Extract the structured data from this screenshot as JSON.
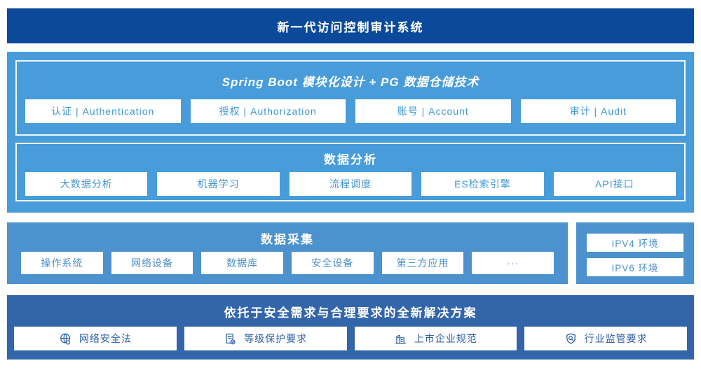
{
  "colors": {
    "banner_bg": "#0b4a9b",
    "stack_bg": "#489cda",
    "collect_bg": "#4b92cf",
    "solution_bg": "#3365ab",
    "box_text_light": "#3f96d6",
    "box_text_dark": "#2b5ea8",
    "white": "#ffffff"
  },
  "banner": {
    "title": "新一代访问控制审计系统"
  },
  "platform": {
    "modules_panel": {
      "title": "Spring Boot 模块化设计 + PG 数据仓储技术",
      "items": [
        "认证 | Authentication",
        "授权 | Authorization",
        "账号 | Account",
        "审计 | Audit"
      ]
    },
    "analysis_panel": {
      "title": "数据分析",
      "items": [
        "大数据分析",
        "机器学习",
        "流程调度",
        "ES检索引擎",
        "API接口"
      ]
    }
  },
  "collection": {
    "title": "数据采集",
    "items": [
      "操作系统",
      "网络设备",
      "数据库",
      "安全设备",
      "第三方应用",
      "···"
    ]
  },
  "environment": {
    "items": [
      "IPV4 环境",
      "IPV6 环境"
    ]
  },
  "solution": {
    "title": "依托于安全需求与合理要求的全新解决方案",
    "items": [
      {
        "icon": "globe-icon",
        "label": "网络安全法"
      },
      {
        "icon": "document-check-icon",
        "label": "等级保护要求"
      },
      {
        "icon": "building-icon",
        "label": "上市企业规范"
      },
      {
        "icon": "shield-search-icon",
        "label": "行业监管要求"
      }
    ]
  }
}
